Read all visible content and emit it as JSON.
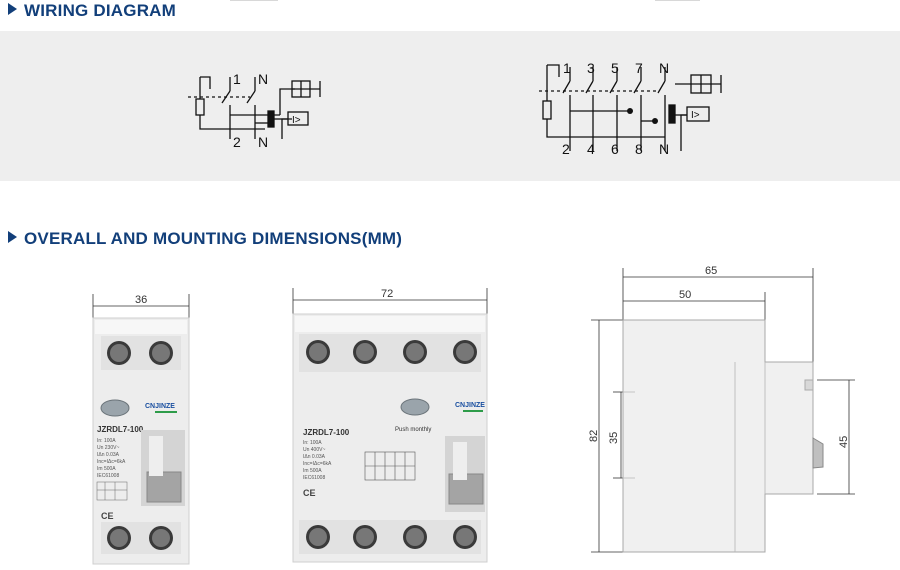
{
  "sections": {
    "wiring_title": "WIRING DIAGRAM",
    "dimensions_title": "OVERALL AND MOUNTING DIMENSIONS(MM)"
  },
  "wiring_2p": {
    "top_labels": [
      "1",
      "N"
    ],
    "bottom_labels": [
      "2",
      "N"
    ]
  },
  "wiring_4p": {
    "top_labels": [
      "1",
      "3",
      "5",
      "7",
      "N"
    ],
    "bottom_labels": [
      "2",
      "4",
      "6",
      "8",
      "N"
    ]
  },
  "device_2p": {
    "width_dim": "36",
    "model": "JZRDL7-100",
    "brand": "CNJINZE",
    "specs": [
      "In: 100A",
      "Un 230V~",
      "IΔn 0.03A",
      "Inc=IΔc=6kA",
      "Im 500A",
      "IEC61008"
    ],
    "ce": "CE"
  },
  "device_4p": {
    "width_dim": "72",
    "model": "JZRDL7-100",
    "brand": "CNJINZE",
    "test_label": "Push monthly",
    "specs": [
      "In: 100A",
      "Un 400V~",
      "IΔn 0.03A",
      "Inc=IΔc=6kA",
      "Im 500A",
      "IEC61008"
    ],
    "ce": "CE"
  },
  "side_view": {
    "depth_total": "65",
    "depth_body": "50",
    "height_total": "82",
    "height_rail": "35",
    "height_front": "45"
  },
  "colors": {
    "accent": "#123f7a",
    "band": "#eeeeee",
    "device_body": "#f1f1f1"
  }
}
